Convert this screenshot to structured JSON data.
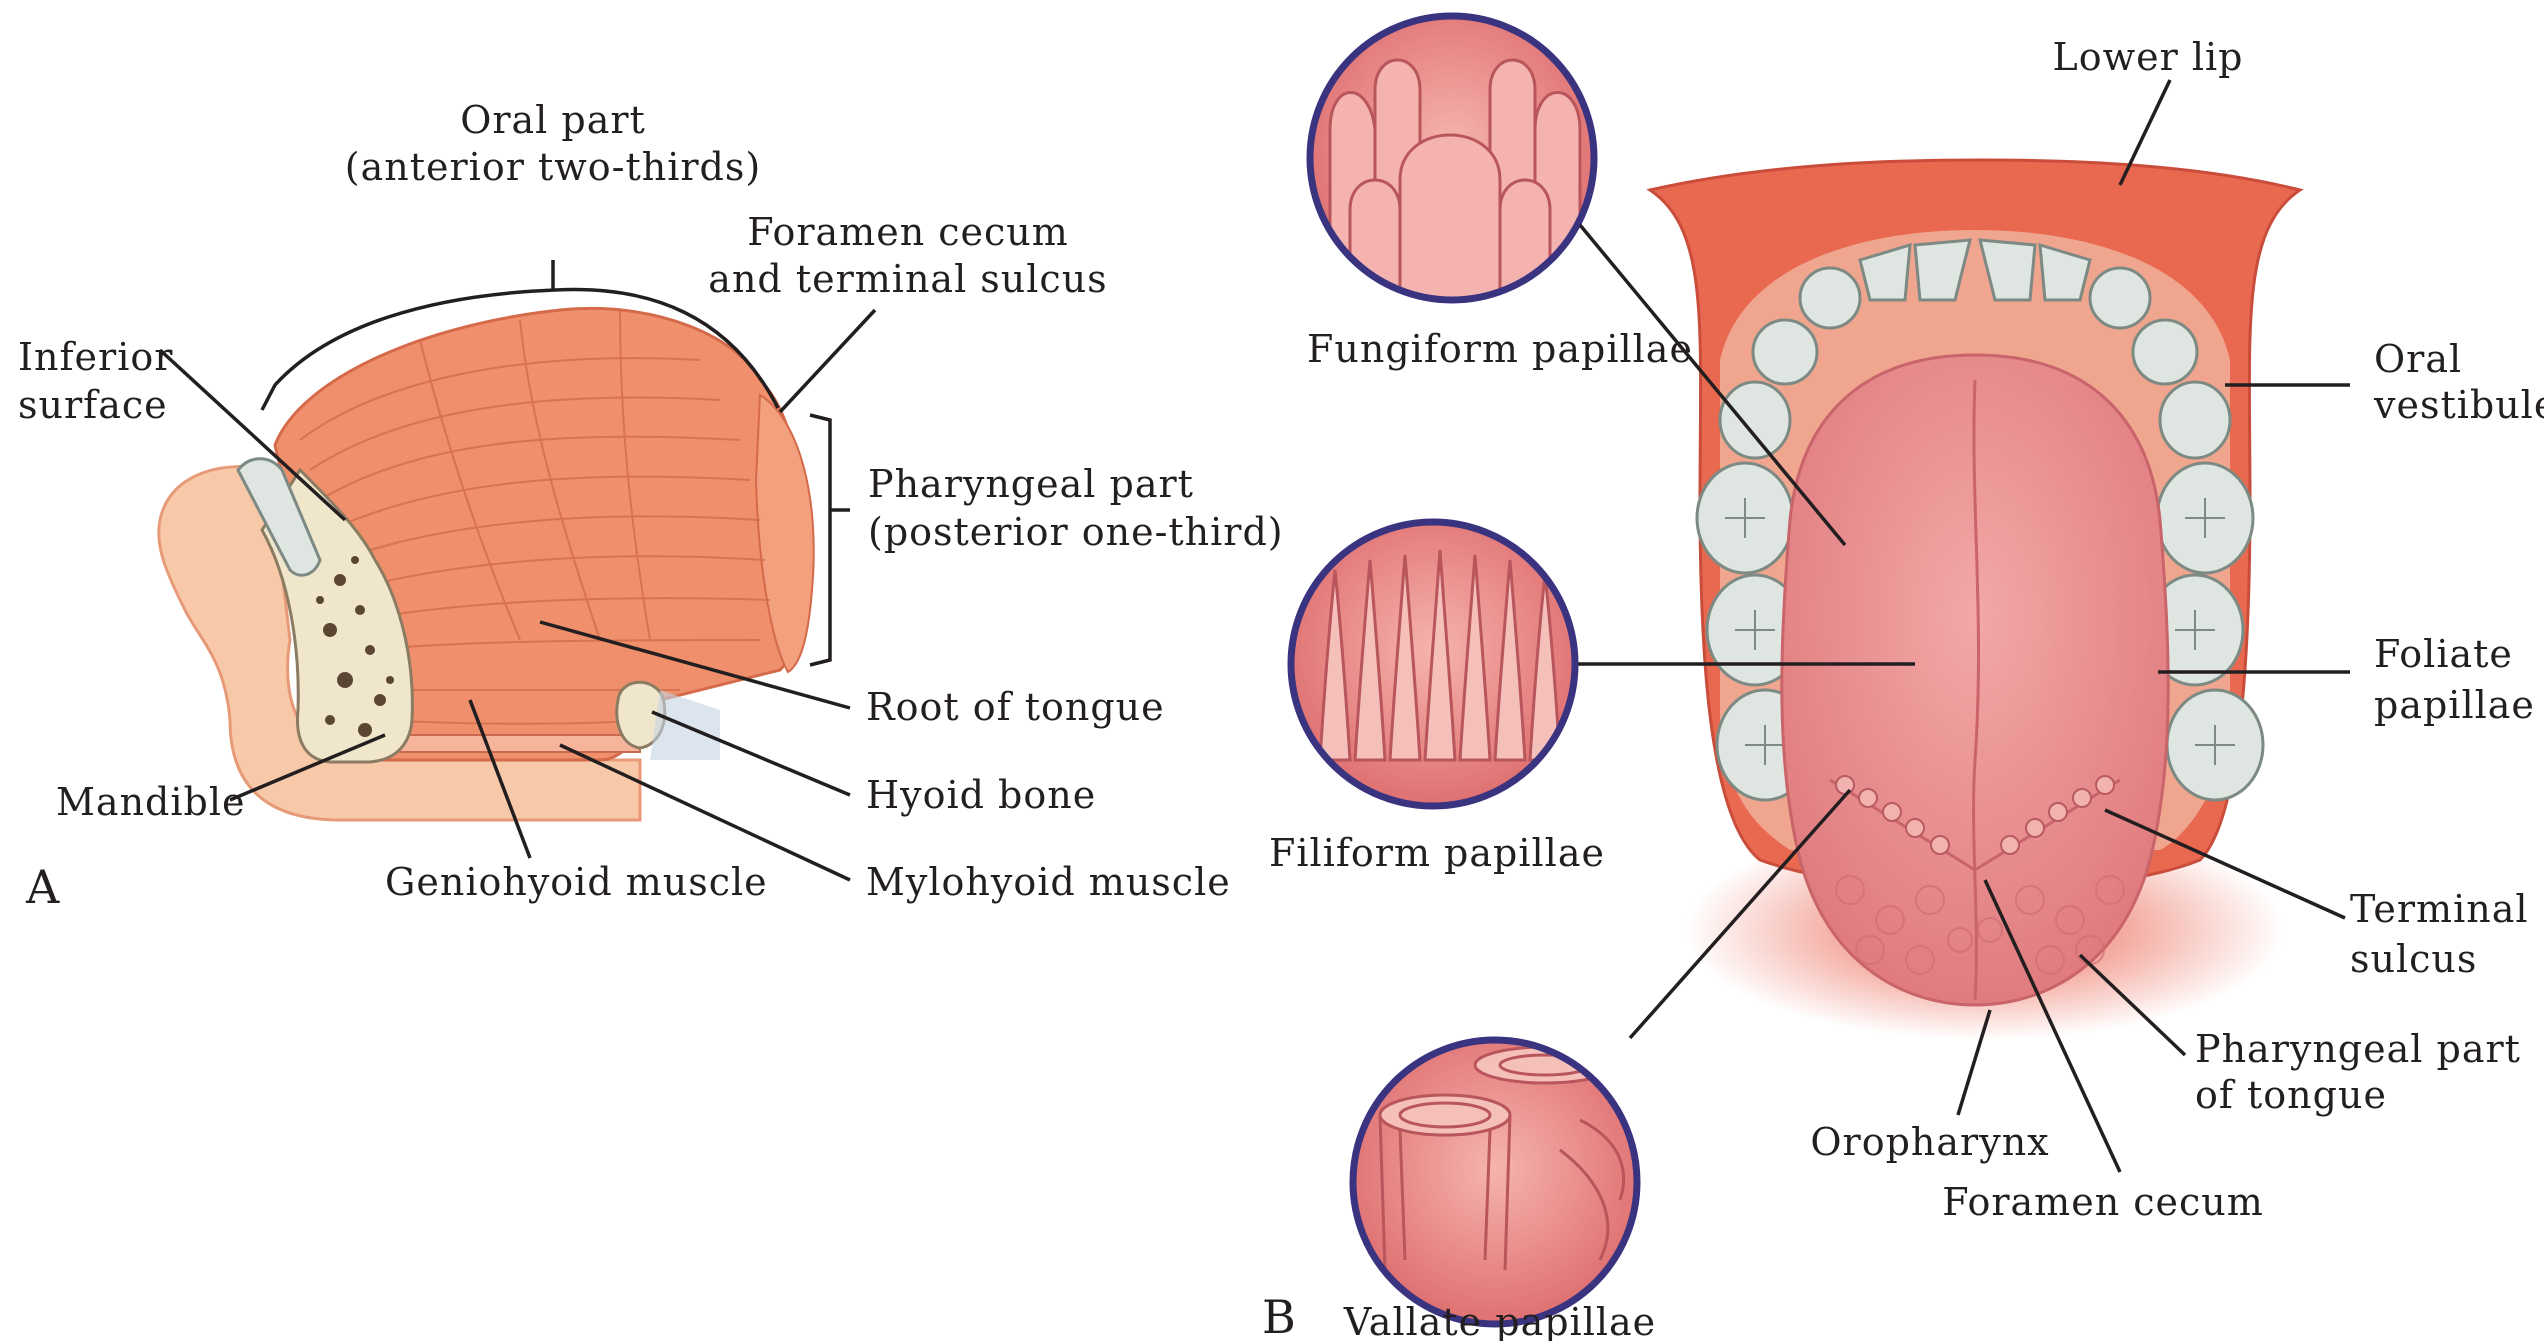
{
  "panelA": {
    "letter": "A",
    "labels": {
      "oral_part_1": "Oral part",
      "oral_part_2": "(anterior two-thirds)",
      "foramen_1": "Foramen cecum",
      "foramen_2": "and terminal sulcus",
      "inferior_1": "Inferior",
      "inferior_2": "surface",
      "pharyngeal_1": "Pharyngeal part",
      "pharyngeal_2": "(posterior one-third)",
      "root": "Root of tongue",
      "hyoid": "Hyoid bone",
      "mandible": "Mandible",
      "geniohyoid": "Geniohyoid muscle",
      "mylohyoid": "Mylohyoid muscle"
    }
  },
  "panelB": {
    "letter": "B",
    "labels": {
      "lower_lip": "Lower lip",
      "fungiform": "Fungiform papillae",
      "oral_vestibule_1": "Oral",
      "oral_vestibule_2": "vestibule",
      "filiform": "Filiform papillae",
      "foliate_1": "Foliate",
      "foliate_2": "papillae",
      "terminal_1": "Terminal",
      "terminal_2": "sulcus",
      "pharyngeal_tongue_1": "Pharyngeal part",
      "pharyngeal_tongue_2": "of tongue",
      "oropharynx": "Oropharynx",
      "foramen": "Foramen cecum",
      "vallate": "Vallate papillae"
    }
  },
  "colors": {
    "muscle": "#ef8f6c",
    "muscle_dark": "#d9694a",
    "tongue": "#e9898a",
    "tongue_light": "#f2a6a4",
    "gum": "#e86850",
    "tooth": "#dfe6e1",
    "bone": "#efe6cc",
    "skin": "#f8c9a8",
    "circle_ring": "#3a3480",
    "text": "#231f20"
  }
}
